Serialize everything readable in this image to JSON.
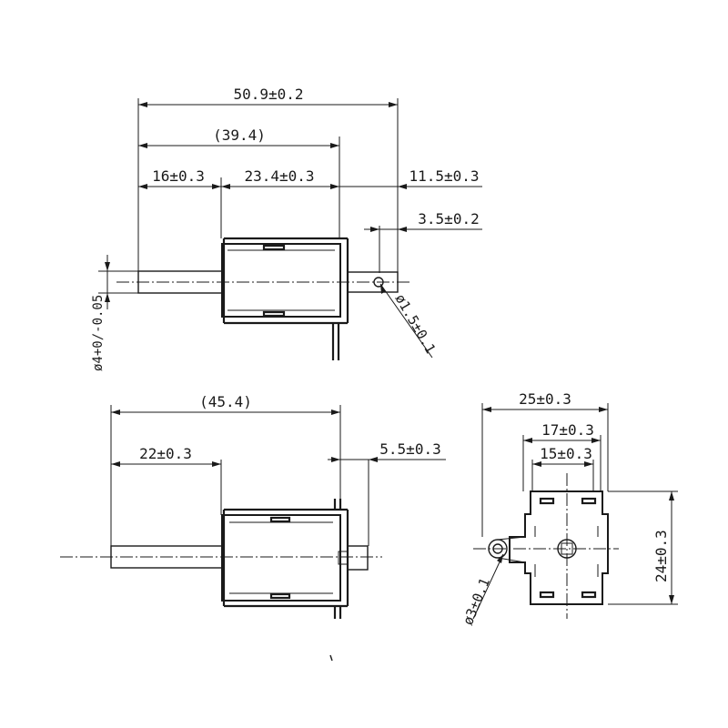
{
  "top_view": {
    "overall_length": "50.9±0.2",
    "frame_length": "(39.4)",
    "left_shaft": "16±0.3",
    "body_length": "23.4±0.3",
    "right_extension": "11.5±0.3",
    "right_shaft": "3.5±0.2",
    "shaft_diameter": "ø4+0/-0.05",
    "pin_hole": "ø1.5±0.1"
  },
  "side_view": {
    "overall_length": "(45.4)",
    "shaft_length": "22±0.3",
    "stub_length": "5.5±0.3"
  },
  "end_view": {
    "overall_width": "25±0.3",
    "middle_width": "17±0.3",
    "inner_width": "15±0.3",
    "height": "24±0.3",
    "mount_hole": "ø3±0.1"
  }
}
